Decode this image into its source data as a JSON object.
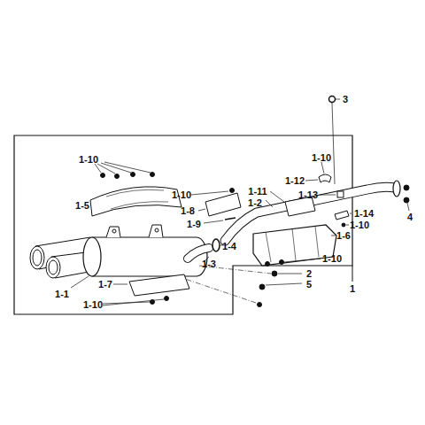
{
  "diagram": {
    "labels": [
      "1-10",
      "3",
      "1-10",
      "1-12",
      "1-13",
      "4",
      "1-5",
      "1-10",
      "1-8",
      "1-11",
      "1-2",
      "1-9",
      "1-14",
      "1-10",
      "1-6",
      "1-4",
      "1-3",
      "1-10",
      "1-1",
      "2",
      "5",
      "1",
      "1-7",
      "1-10"
    ]
  }
}
